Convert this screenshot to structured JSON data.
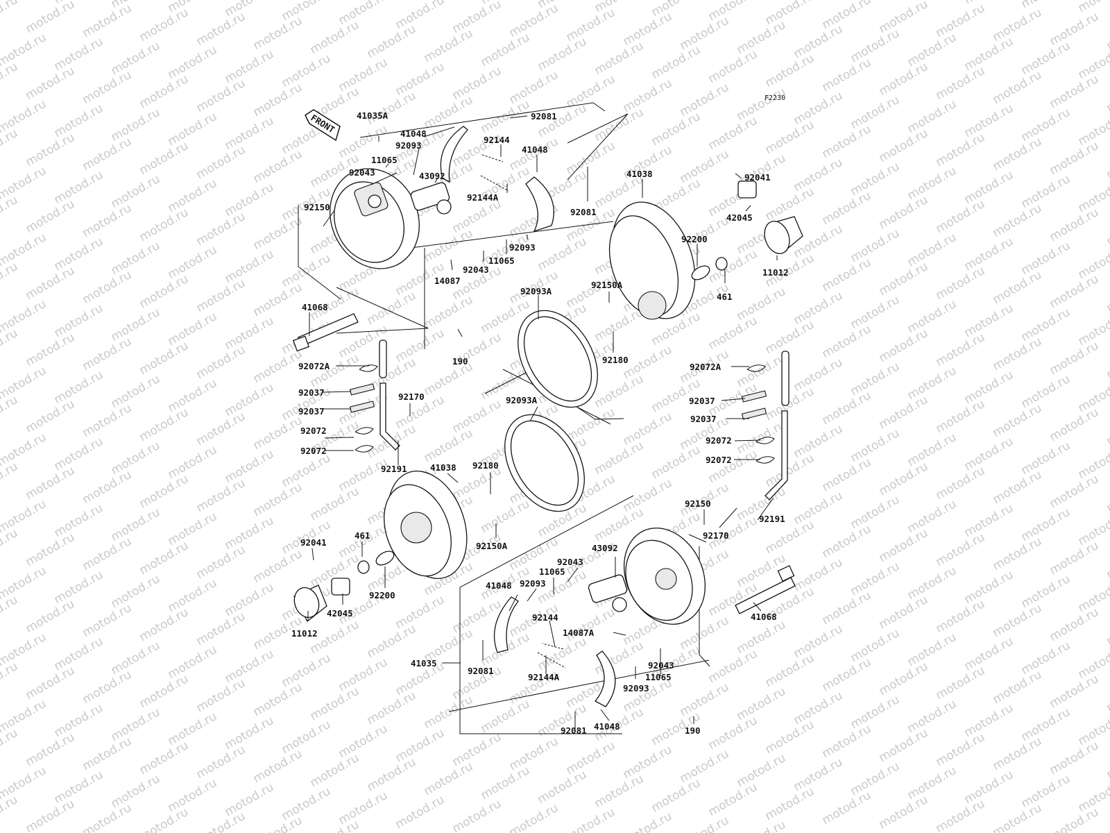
{
  "diagram_code": "F2230",
  "front_badge": "FRONT",
  "watermark": "motod.ru",
  "parts": {
    "p41035A": "41035A",
    "p41048_a": "41048",
    "p92081_a": "92081",
    "p92093_a": "92093",
    "p11065_a": "11065",
    "p92043_a": "92043",
    "p43092_a": "43092",
    "p92144_a": "92144",
    "p41048_b": "41048",
    "p92144A_a": "92144A",
    "p92081_b": "92081",
    "p92093_b": "92093",
    "p92150_a": "92150",
    "p11065_b": "11065",
    "p92043_b": "92043",
    "p14087": "14087",
    "p41068_a": "41068",
    "p190_a": "190",
    "p92041_a": "92041",
    "p42045_a": "42045",
    "p11012_a": "11012",
    "p41038_a": "41038",
    "p92200_a": "92200",
    "p461_a": "461",
    "p92150A_a": "92150A",
    "p92093A_a": "92093A",
    "p92180_a": "92180",
    "p92072A_a": "92072A",
    "p92037_a": "92037",
    "p92037_b": "92037",
    "p92170_a": "92170",
    "p92072_a": "92072",
    "p92072_b": "92072",
    "p92191_a": "92191",
    "p92093A_b": "92093A",
    "p92072A_b": "92072A",
    "p92037_c": "92037",
    "p92037_d": "92037",
    "p92072_c": "92072",
    "p92072_d": "92072",
    "p41038_b": "41038",
    "p92180_b": "92180",
    "p92150A_b": "92150A",
    "p92041_b": "92041",
    "p461_b": "461",
    "p92200_b": "92200",
    "p42045_b": "42045",
    "p11012_b": "11012",
    "p92150_b": "92150",
    "p92170_b": "92170",
    "p92191_b": "92191",
    "p43092_b": "43092",
    "p92043_c": "92043",
    "p11065_c": "11065",
    "p41048_c": "41048",
    "p92093_c": "92093",
    "p92144_b": "92144",
    "p14087A": "14087A",
    "p41068_b": "41068",
    "p41035": "41035",
    "p92081_c": "92081",
    "p92144A_b": "92144A",
    "p92043_d": "92043",
    "p11065_d": "11065",
    "p92093_d": "92093",
    "p190_b": "190",
    "p92081_d": "92081",
    "p41048_d": "41048"
  }
}
